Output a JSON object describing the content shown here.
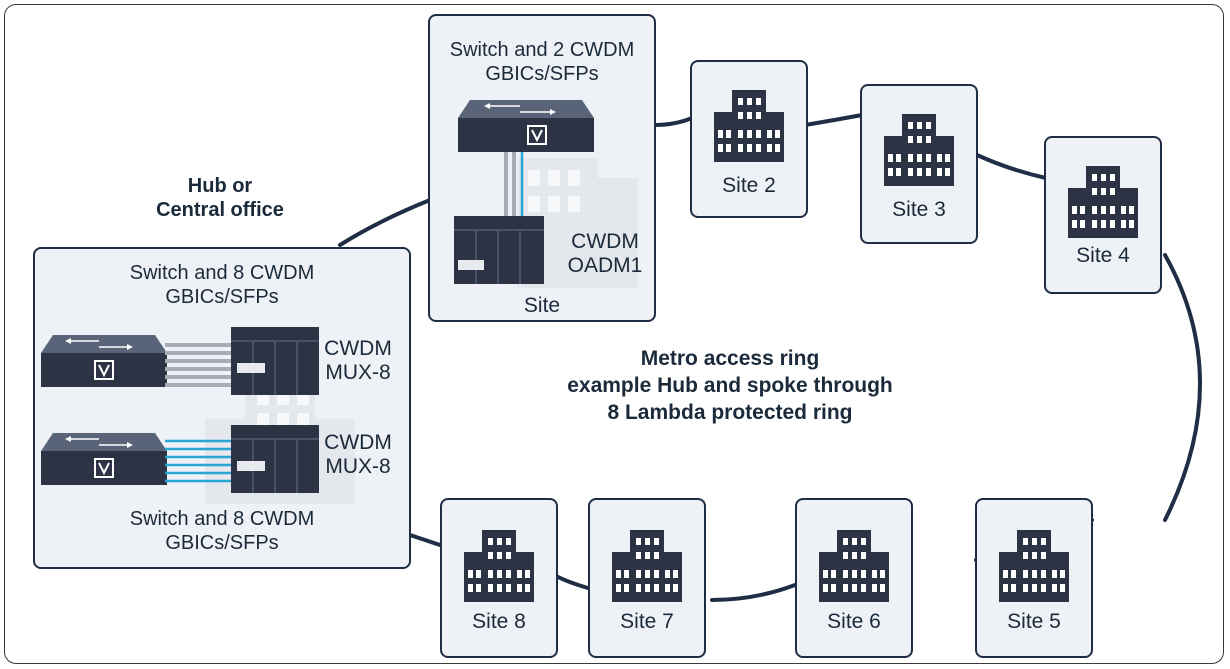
{
  "hub": {
    "title_line1": "Hub or",
    "title_line2": "Central office",
    "top_caption_line1": "Switch and 8 CWDM",
    "top_caption_line2": "GBICs/SFPs",
    "bottom_caption_line1": "Switch and 8 CWDM",
    "bottom_caption_line2": "GBICs/SFPs",
    "mux_top_line1": "CWDM",
    "mux_top_line2": "MUX-8",
    "mux_bottom_line1": "CWDM",
    "mux_bottom_line2": "MUX-8"
  },
  "site1": {
    "caption_line1": "Switch and 2 CWDM",
    "caption_line2": "GBICs/SFPs",
    "oadm_line1": "CWDM",
    "oadm_line2": "OADM1",
    "label": "Site"
  },
  "center": {
    "line1": "Metro access ring",
    "line2": "example Hub and spoke through",
    "line3": "8 Lambda protected ring"
  },
  "sites": [
    "Site 2",
    "Site 3",
    "Site 4",
    "Site 5",
    "Site 6",
    "Site 7",
    "Site 8"
  ],
  "colors": {
    "ring": "#1f2d45",
    "device": "#2b3344",
    "fiber_blue": "#2aa6d6",
    "box_fill": "#eef1f5"
  }
}
